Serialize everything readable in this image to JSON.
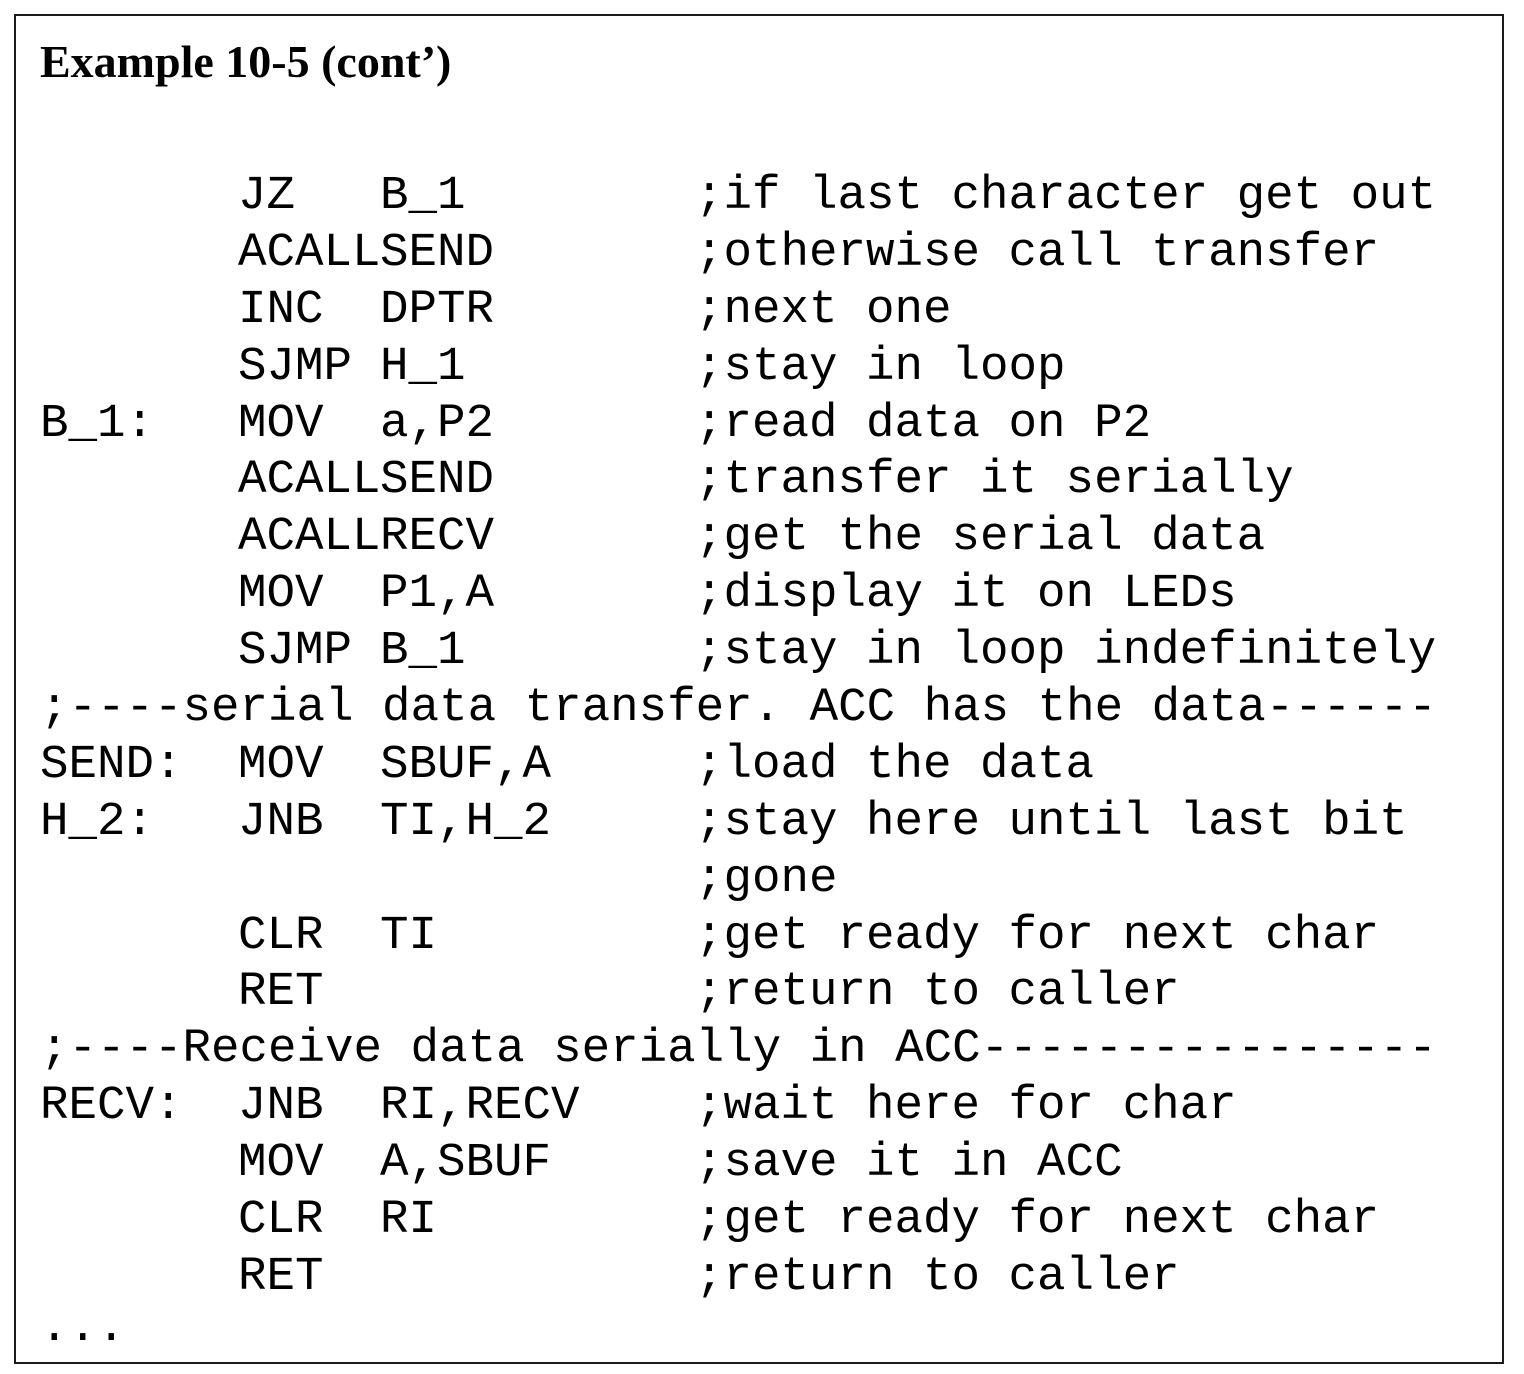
{
  "title": "Example 10-5 (cont’)",
  "lines": [
    {
      "label": "",
      "op": "JZ",
      "arg": "B_1",
      "comment": ";if last character get out"
    },
    {
      "label": "",
      "op": "ACALL",
      "arg": "SEND",
      "comment": ";otherwise call transfer"
    },
    {
      "label": "",
      "op": "INC",
      "arg": "DPTR",
      "comment": ";next one"
    },
    {
      "label": "",
      "op": "SJMP",
      "arg": "H_1",
      "comment": ";stay in loop"
    },
    {
      "label": "B_1:",
      "op": "MOV",
      "arg": "a,P2",
      "comment": ";read data on P2"
    },
    {
      "label": "",
      "op": "ACALL",
      "arg": "SEND",
      "comment": ";transfer it serially"
    },
    {
      "label": "",
      "op": "ACALL",
      "arg": "RECV",
      "comment": ";get the serial data"
    },
    {
      "label": "",
      "op": "MOV",
      "arg": "P1,A",
      "comment": ";display it on LEDs"
    },
    {
      "label": "",
      "op": "SJMP",
      "arg": "B_1",
      "comment": ";stay in loop indefinitely"
    },
    {
      "full": ";----serial data transfer. ACC has the data------"
    },
    {
      "label": "SEND:",
      "op": "MOV",
      "arg": "SBUF,A",
      "comment": ";load the data"
    },
    {
      "label": "H_2:",
      "op": "JNB",
      "arg": "TI,H_2",
      "comment": ";stay here until last bit"
    },
    {
      "label": "",
      "op": "",
      "arg": "",
      "comment": ";gone"
    },
    {
      "label": "",
      "op": "CLR",
      "arg": "TI",
      "comment": ";get ready for next char"
    },
    {
      "label": "",
      "op": "RET",
      "arg": "",
      "comment": ";return to caller"
    },
    {
      "full": ";----Receive data serially in ACC----------------"
    },
    {
      "label": "RECV:",
      "op": "JNB",
      "arg": "RI,RECV",
      "comment": ";wait here for char"
    },
    {
      "label": "",
      "op": "MOV",
      "arg": "A,SBUF",
      "comment": ";save it in ACC"
    },
    {
      "label": "",
      "op": "CLR",
      "arg": "RI",
      "comment": ";get ready for next char"
    },
    {
      "label": "",
      "op": "RET",
      "arg": "",
      "comment": ";return to caller"
    }
  ],
  "ellipsis": "..."
}
